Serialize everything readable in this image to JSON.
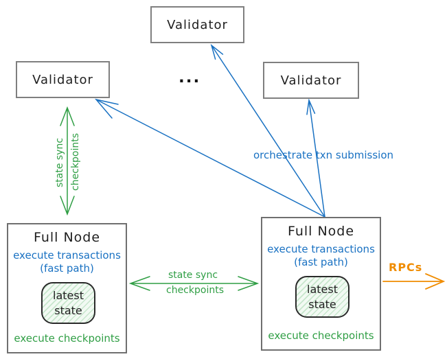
{
  "colors": {
    "blue": "#1971c2",
    "green": "#2f9e44",
    "orange": "#f08c00",
    "text_black": "#1e1e1e",
    "box_border_gray": "#7f7f7f"
  },
  "validators": {
    "top": {
      "label": "Validator"
    },
    "left": {
      "label": "Validator"
    },
    "right": {
      "label": "Validator"
    }
  },
  "ellipsis": "...",
  "arrow_labels": {
    "orchestrate": "orchestrate txn submission",
    "state_sync_vertical": {
      "line1": "state sync",
      "line2": "checkpoints"
    },
    "state_sync_horizontal": {
      "line1": "state sync",
      "line2": "checkpoints"
    },
    "rpcs": "RPCs"
  },
  "full_node_left": {
    "title": "Full Node",
    "execute_transactions": "execute transactions",
    "fast_path": "(fast path)",
    "latest_state": {
      "line1": "latest",
      "line2": "state"
    },
    "execute_checkpoints": "execute checkpoints"
  },
  "full_node_right": {
    "title": "Full Node",
    "execute_transactions": "execute transactions",
    "fast_path": "(fast path)",
    "latest_state": {
      "line1": "latest",
      "line2": "state"
    },
    "execute_checkpoints": "execute checkpoints"
  }
}
